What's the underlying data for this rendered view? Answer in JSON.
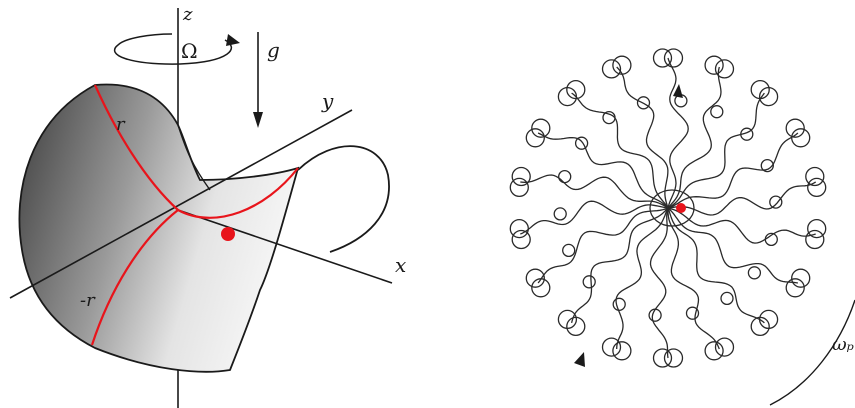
{
  "left_panel": {
    "labels": {
      "z": "z",
      "omega": "Ω",
      "g": "g",
      "y": "y",
      "x": "x",
      "r_pos": "r",
      "r_neg": "-r"
    },
    "colors": {
      "curve": "#e8141b",
      "particle": "#e8141b",
      "surface_dark": "#4a4a4a",
      "surface_light": "#f0f0f0"
    }
  },
  "right_panel": {
    "labels": {
      "omega_p": "ωₚ"
    },
    "colors": {
      "trajectory": "#2a2a2a",
      "particle": "#e8141b"
    },
    "trajectory": {
      "lobes": 18,
      "loops_per_lobe": 2
    }
  }
}
